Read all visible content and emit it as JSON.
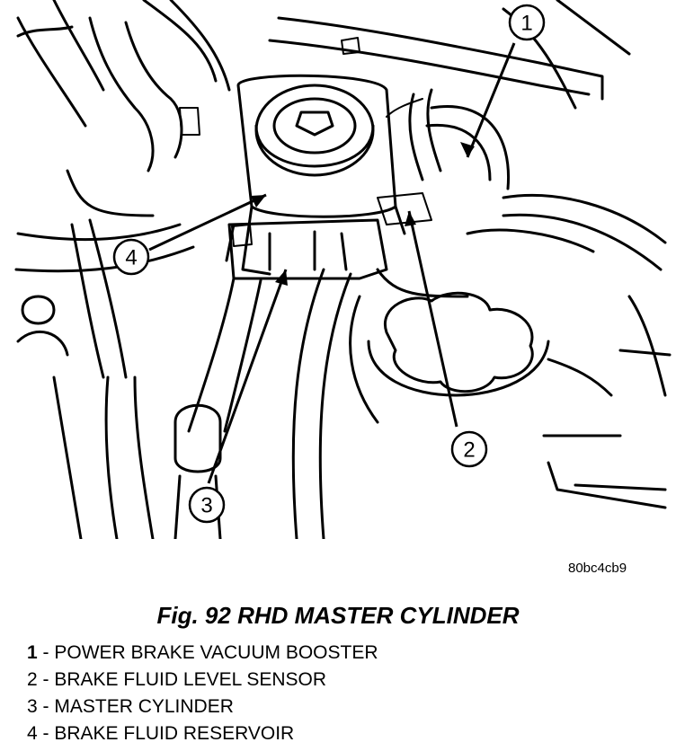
{
  "figure": {
    "code": "80bc4cb9",
    "title": "Fig. 92 RHD MASTER CYLINDER"
  },
  "callouts": [
    {
      "number": "1",
      "label": "POWER BRAKE VACUUM BOOSTER"
    },
    {
      "number": "2",
      "label": "BRAKE FLUID LEVEL SENSOR"
    },
    {
      "number": "3",
      "label": "MASTER CYLINDER"
    },
    {
      "number": "4",
      "label": "BRAKE FLUID RESERVOIR"
    }
  ],
  "legend_separator": " - "
}
